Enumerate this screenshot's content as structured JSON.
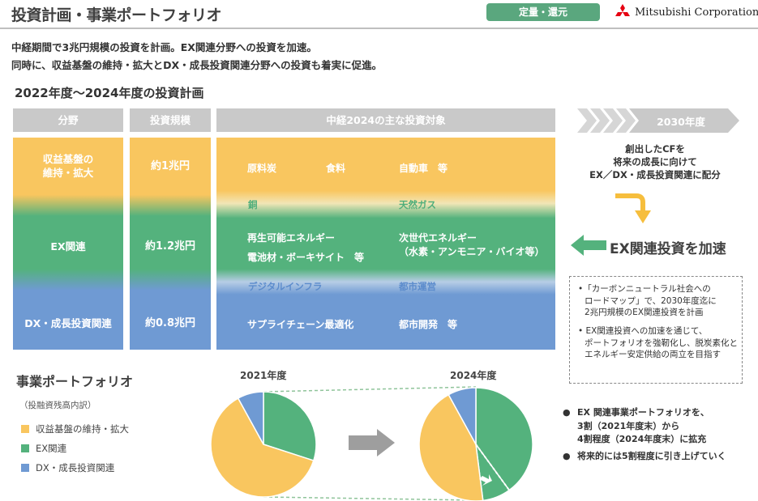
{
  "header": {
    "title": "投資計画・事業ポートフォリオ",
    "badge": "定量・還元",
    "company": "Mitsubishi Corporation"
  },
  "lead": {
    "line1": "中経期間で3兆円規模の投資を計画。EX関連分野への投資を加速。",
    "line2": "同時に、収益基盤の維持・拡大とDX・成長投資関連分野への投資も着実に促進。"
  },
  "plan": {
    "subtitle": "2022年度～2024年度の投資計画",
    "headers": {
      "field": "分野",
      "scale": "投資規模",
      "targets": "中経2024の主な投資対象"
    },
    "rows": {
      "yellow": {
        "field": "収益基盤の\n維持・拡大",
        "scale": "約1兆円",
        "items": [
          "原料炭",
          "食料",
          "自動車　等"
        ]
      },
      "green": {
        "field": "EX関連",
        "scale": "約1.2兆円",
        "overlap_top": [
          "銅",
          "天然ガス"
        ],
        "items_left": [
          "再生可能エネルギー",
          "電池材・ボーキサイト　等"
        ],
        "items_right": [
          "次世代エネルギー",
          "（水素・アンモニア・バイオ等）"
        ],
        "overlap_bottom": [
          "デジタルインフラ",
          "都市運営"
        ]
      },
      "blue": {
        "field": "DX・成長投資関連",
        "scale": "約0.8兆円",
        "items": [
          "サプライチェーン最適化",
          "都市開発　等"
        ]
      }
    }
  },
  "right_panel": {
    "year_label": "2030年度",
    "cf_note": "創出したCFを\n将来の成長に向けて\nEX／DX・成長投資関連に配分",
    "ex_accel": "EX関連投資を加速",
    "box_items": [
      "•「カーボンニュートラル社会への\nロードマップ」で、2030年度迄に\n2兆円規模のEX関連投資を計画",
      "• EX関連投資への加速を通じて、\nポートフォリオを強靭化し、脱炭素化と\nエネルギー安定供給の両立を目指す"
    ]
  },
  "portfolio": {
    "title": "事業ポートフォリオ",
    "subtitle": "（投融資残高内訳）",
    "legend": [
      {
        "label": "収益基盤の維持・拡大",
        "color": "#f9c65f"
      },
      {
        "label": "EX関連",
        "color": "#54b27d"
      },
      {
        "label": "DX・成長投資関連",
        "color": "#6f9ad3"
      }
    ],
    "year_2021": "2021年度",
    "year_2024": "2024年度",
    "pie_2021": {
      "green": 0.3,
      "yellow": 0.62,
      "blue": 0.08
    },
    "pie_2024": {
      "green": 0.4,
      "shifted": 0.08,
      "yellow": 0.44,
      "blue": 0.08
    },
    "bullets": [
      "EX 関連事業ポートフォリオを、\n3割（2021年度末）から\n4割程度（2024年度末）に拡充",
      "将来的には5割程度に引き上げていく"
    ]
  }
}
